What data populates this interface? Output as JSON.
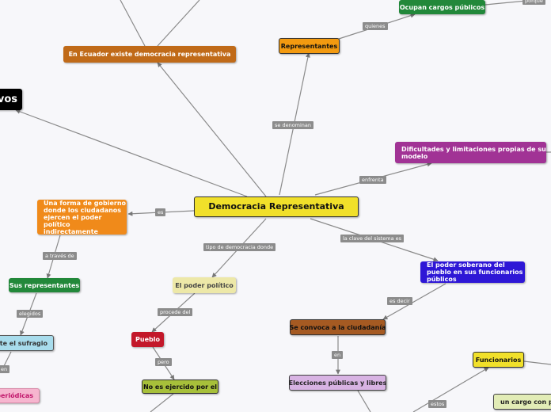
{
  "diagram": {
    "central": "Democracia Representativa",
    "nodes": {
      "ecuador": "En Ecuador existe democracia representativa",
      "representantes": "Representantes",
      "cargos": "Ocupan cargos públicos",
      "dificultades": "Dificultades y limitaciones propias de su modelo",
      "poder_soberano": "El poder soberano del pueblo en sus funcionarios públicos",
      "forma_gobierno": "Una forma de gobierno donde los ciudadanos ejercen el poder político indirectamente",
      "sus_representantes": "Sus representantes",
      "sufragio": "ante el sufragio",
      "periodicas": "periódicas",
      "poder_politico": "El poder político",
      "pueblo": "Pueblo",
      "no_ejercido": "No es ejercido por el",
      "convoca": "Se convoca a la ciudadanía",
      "elecciones": "Elecciones públicas y libres",
      "funcionarios": "Funcionarios",
      "cargo_con": "un cargo con pot",
      "vos": "vos"
    },
    "labels": {
      "porque": "porque",
      "quienes": "quienes",
      "se_denominan": "se denominan",
      "enfrenta": "enfrenta",
      "es": "es",
      "clave": "la clave del sistema es",
      "tipo": "tipo de democracia donde",
      "a_traves": "a través de",
      "elegidos": "elegidos",
      "en_left": "en",
      "procede": "procede del",
      "pero": "pero",
      "es_decir": "es decir",
      "en_mid": "en",
      "estos": "estos"
    }
  },
  "colors": {
    "central": "#f1e02a",
    "orange": "#f08a1a",
    "dark_orange": "#c06a18",
    "green": "#22883a",
    "magenta": "#a13395",
    "blue": "#2e17d6",
    "light_blue": "#a8dcec",
    "pink": "#f6b5cf",
    "beige": "#ede8a8",
    "red": "#c3182a",
    "olive": "#a7c03a",
    "brown": "#a55a22",
    "lavender": "#d8b3e3",
    "yellow": "#f1e02a",
    "light_green": "#e2ecb6",
    "black": "#000000"
  }
}
